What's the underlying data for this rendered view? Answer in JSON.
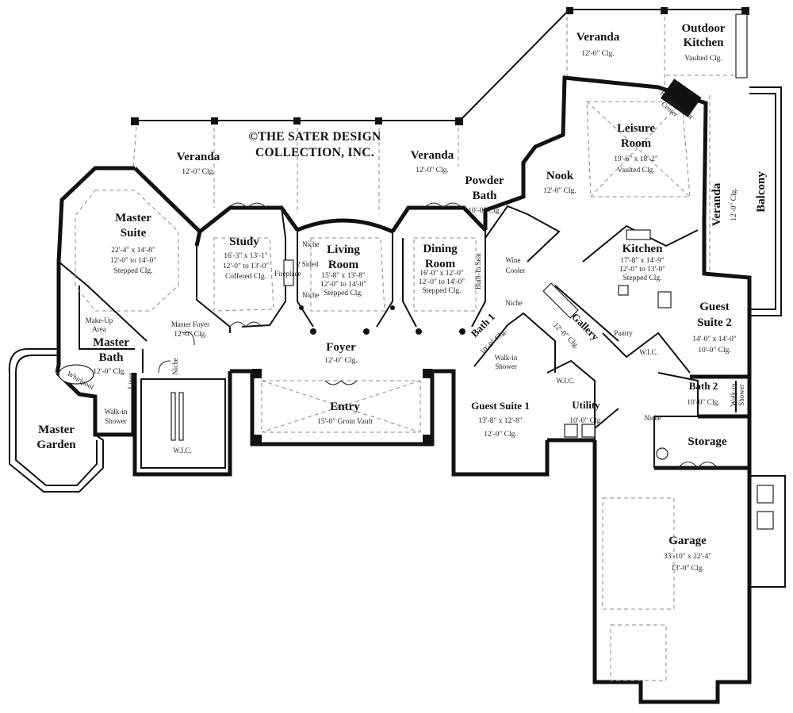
{
  "copyright": {
    "line1": "©THE SATER DESIGN",
    "line2": "COLLECTION, INC."
  },
  "rooms": {
    "veranda_left": {
      "name": "Veranda",
      "ceiling": "12'-0\" Clg."
    },
    "veranda_center": {
      "name": "Veranda",
      "ceiling": "12'-0\" Clg."
    },
    "veranda_top": {
      "name": "Veranda",
      "ceiling": "12'-0\" Clg."
    },
    "veranda_right": {
      "name": "Veranda",
      "ceiling": "12'-0\" Clg."
    },
    "outdoor_kitchen": {
      "name1": "Outdoor",
      "name2": "Kitchen",
      "ceiling": "Vaulted Clg."
    },
    "entertainment_center": {
      "name1": "Entertainment",
      "name2": "Center"
    },
    "leisure_room": {
      "name1": "Leisure",
      "name2": "Room",
      "size": "19'-6\" x 18'-2\"",
      "ceiling": "Vaulted Clg."
    },
    "balcony": {
      "name": "Balcony"
    },
    "nook": {
      "name": "Nook",
      "ceiling": "12'-0\" Clg."
    },
    "powder_bath": {
      "name1": "Powder",
      "name2": "Bath",
      "ceiling": "10'-0\" Clg."
    },
    "master_suite": {
      "name1": "Master",
      "name2": "Suite",
      "size": "22'-4\" x 14'-8\"",
      "ceiling1": "12'-0\" to 14'-0\"",
      "ceiling2": "Stepped Clg."
    },
    "study": {
      "name": "Study",
      "size": "16'-3\" x 13'-1\"",
      "ceiling1": "12'-0\" to 13'-0\"",
      "ceiling2": "Coffered Clg."
    },
    "living_room": {
      "name1": "Living",
      "name2": "Room",
      "size": "15'-8\" x 13'-8\"",
      "ceiling1": "12'-0\" to 14'-0\"",
      "ceiling2": "Stepped Clg."
    },
    "dining_room": {
      "name1": "Dining",
      "name2": "Room",
      "size": "16'-0\" x 12'-0\"",
      "ceiling1": "12'-0\" to 14'-0\"",
      "ceiling2": "Stepped Clg."
    },
    "kitchen": {
      "name": "Kitchen",
      "size": "17'-8\" x 14'-9\"",
      "ceiling1": "12'-0\" to 13'-0\"",
      "ceiling2": "Stepped Clg."
    },
    "guest_suite_2": {
      "name1": "Guest",
      "name2": "Suite 2",
      "size": "14'-0\" x 14'-0\"",
      "ceiling": "10'-0\" Clg."
    },
    "master_bath": {
      "name1": "Master",
      "name2": "Bath",
      "ceiling": "12'-0\" Clg."
    },
    "master_foyer": {
      "name": "Master Foyer",
      "ceiling": "12'-0\" Clg."
    },
    "foyer": {
      "name": "Foyer",
      "ceiling": "12'-0\" Clg."
    },
    "bath_1": {
      "name": "Bath 1",
      "ceiling": "10'-0\" Clg."
    },
    "gallery": {
      "name": "Gallery",
      "ceiling": "12'-0\" Clg."
    },
    "pantry": {
      "name": "Pantry"
    },
    "wic_kitchen": {
      "name": "W.I.C."
    },
    "bath_2": {
      "name": "Bath 2",
      "ceiling": "10'-0\" Clg."
    },
    "walk_in_shower_b2": {
      "name1": "Walk-in",
      "name2": "Shower"
    },
    "master_garden": {
      "name1": "Master",
      "name2": "Garden"
    },
    "whirlpool": {
      "name": "Whirlpool"
    },
    "make_up_area": {
      "name1": "Make-Up",
      "name2": "Area"
    },
    "linen": {
      "name": "Linen"
    },
    "walk_in_shower_master": {
      "name1": "Walk-in",
      "name2": "Shower"
    },
    "wic_master": {
      "name": "W.I.C."
    },
    "entry": {
      "name": "Entry",
      "ceiling": "15'-0\" Groin Vault"
    },
    "guest_suite_1": {
      "name": "Guest Suite 1",
      "size": "13'-8\" x 12'-8\"",
      "ceiling": "12'-0\" Clg."
    },
    "walk_in_shower_b1": {
      "name1": "Walk-in",
      "name2": "Shower"
    },
    "wic_guest1": {
      "name": "W.I.C."
    },
    "utility": {
      "name": "Utility",
      "ceiling": "10'-0\" Clg."
    },
    "storage": {
      "name": "Storage"
    },
    "garage": {
      "name": "Garage",
      "size": "33'-10\" x 22'-4\"",
      "ceiling": "13'-0\" Clg."
    }
  },
  "notes": {
    "niche": "Niche",
    "two_sided_fireplace_1": "2 Sided",
    "two_sided_fireplace_2": "Fireplace",
    "built_in_seat": "Built-In Seat",
    "wine_cooler_1": "Wine",
    "wine_cooler_2": "Cooler"
  }
}
